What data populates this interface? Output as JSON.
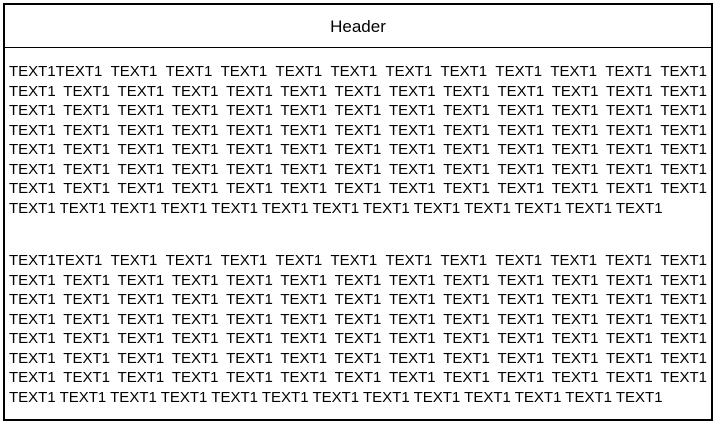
{
  "header": {
    "title": "Header"
  },
  "body": {
    "paragraphs": [
      "TEXT1TEXT1 TEXT1 TEXT1 TEXT1 TEXT1 TEXT1 TEXT1 TEXT1 TEXT1 TEXT1 TEXT1 TEXT1 TEXT1 TEXT1 TEXT1 TEXT1 TEXT1 TEXT1 TEXT1 TEXT1 TEXT1 TEXT1 TEXT1 TEXT1 TEXT1 TEXT1 TEXT1 TEXT1 TEXT1 TEXT1 TEXT1 TEXT1 TEXT1 TEXT1 TEXT1 TEXT1 TEXT1 TEXT1 TEXT1 TEXT1 TEXT1 TEXT1 TEXT1 TEXT1 TEXT1 TEXT1 TEXT1 TEXT1 TEXT1 TEXT1 TEXT1 TEXT1 TEXT1 TEXT1 TEXT1 TEXT1 TEXT1 TEXT1 TEXT1 TEXT1 TEXT1 TEXT1 TEXT1 TEXT1 TEXT1 TEXT1 TEXT1 TEXT1 TEXT1 TEXT1 TEXT1 TEXT1 TEXT1 TEXT1 TEXT1 TEXT1 TEXT1 TEXT1 TEXT1 TEXT1 TEXT1 TEXT1 TEXT1 TEXT1 TEXT1 TEXT1 TEXT1 TEXT1 TEXT1 TEXT1 TEXT1 TEXT1 TEXT1 TEXT1 TEXT1 TEXT1 TEXT1 TEXT1 TEXT1 TEXT1 TEXT1 TEXT1 TEXT1",
      "TEXT1TEXT1 TEXT1 TEXT1 TEXT1 TEXT1 TEXT1 TEXT1 TEXT1 TEXT1 TEXT1 TEXT1 TEXT1 TEXT1 TEXT1 TEXT1 TEXT1 TEXT1 TEXT1 TEXT1 TEXT1 TEXT1 TEXT1 TEXT1 TEXT1 TEXT1 TEXT1 TEXT1 TEXT1 TEXT1 TEXT1 TEXT1 TEXT1 TEXT1 TEXT1 TEXT1 TEXT1 TEXT1 TEXT1 TEXT1 TEXT1 TEXT1 TEXT1 TEXT1 TEXT1 TEXT1 TEXT1 TEXT1 TEXT1 TEXT1 TEXT1 TEXT1 TEXT1 TEXT1 TEXT1 TEXT1 TEXT1 TEXT1 TEXT1 TEXT1 TEXT1 TEXT1 TEXT1 TEXT1 TEXT1 TEXT1 TEXT1 TEXT1 TEXT1 TEXT1 TEXT1 TEXT1 TEXT1 TEXT1 TEXT1 TEXT1 TEXT1 TEXT1 TEXT1 TEXT1 TEXT1 TEXT1 TEXT1 TEXT1 TEXT1 TEXT1 TEXT1 TEXT1 TEXT1 TEXT1 TEXT1 TEXT1 TEXT1 TEXT1 TEXT1 TEXT1 TEXT1 TEXT1 TEXT1 TEXT1 TEXT1 TEXT1 TEXT1 TEXT1"
    ]
  }
}
